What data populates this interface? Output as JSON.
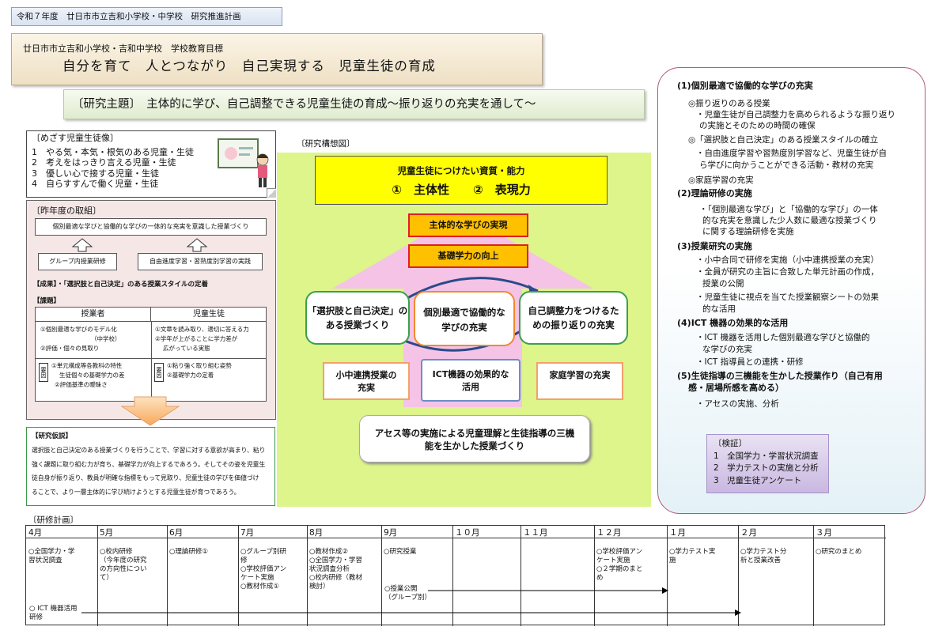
{
  "header": {
    "title": "令和７年度　廿日市市立吉和小学校・中学校　研究推進計画"
  },
  "goal": {
    "line1": "廿日市市立吉和小学校・吉和中学校　学校教育目標",
    "line2": "自分を育て　人とつながり　自己実現する　児童生徒の育成"
  },
  "theme": {
    "text": "〔研究主題〕　主体的に学び、自己調整できる児童生徒の育成～振り返りの充実を通して～"
  },
  "mezasu": {
    "title": "〔めざす児童生徒像〕",
    "items": [
      "1　やる気・本気・根気のある児童・生徒",
      "2　考えをはっきり言える児童・生徒",
      "3　優しい心で接する児童・生徒",
      "4　自らすすんで働く児童・生徒"
    ]
  },
  "sakunen": {
    "title": "〔昨年度の取組〕",
    "top": "個別最適な学びと協働的な学びの一体的な充実を意識した授業づくり",
    "left": "グループ内授業研修",
    "right": "自由進度学習・習熟度別学習の実践",
    "seika": "【成果】・「選択肢と自己決定」のある授業スタイルの定着",
    "kadai_title": "【課題】",
    "col1_head": "授業者",
    "col2_head": "児童生徒",
    "col1_a": "①個別最適な学びのモデル化",
    "col1_b": "（中学校）",
    "col1_c": "②評価・個々の見取り",
    "col2_a": "①文章を読み取り、適切に答える力",
    "col2_b": "②学年が上がることに学力差が",
    "col2_c": "広がっている実態",
    "youin": "要因",
    "y1a": "①単元構成等各教科の特性",
    "y1b": "生徒個々の基礎学力の差",
    "y1c": "②評価基準の曖昧さ",
    "y2a": "①粘り強く取り組む姿勢",
    "y2b": "②基礎学力の定着"
  },
  "kasetsu": {
    "title": "【研究仮説】",
    "lines": [
      "選択肢と自己決定のある授業づくりを行うことで、学習に対する意欲が高まり、粘り",
      "強く課題に取り組む力が育ち、基礎学力が向上するであろう。そしてその姿を児童生",
      "徒自身が振り返り、教員が明確な指標をもって見取り、児童生徒の学びを価値づけ",
      "ることで、より一層主体的に学び続けようとする児童生徒が育つであろう。"
    ]
  },
  "kousou": {
    "label": "〔研究構想図〕",
    "top_title": "児童生徒につけたい資質・能力",
    "top_items": "①　主体性　　②　表現力",
    "jitsugen": "主体的な学びの実現",
    "kiso": "基礎学力の向上",
    "left": "「選択肢と自己決定」のある授業づくり",
    "center": "個別最適で協働的な学びの充実",
    "right": "自己調整力をつけるための振り返りの充実",
    "b1": "小中連携授業の充実",
    "b2": "ICT機器の効果的な活用",
    "b3": "家庭学習の充実",
    "bottom": "アセス等の実施による児童理解と生徒指導の三機能を生かした授業づくり"
  },
  "right": {
    "lines": [
      {
        "t": "(1)個別最適で協働的な学びの充実",
        "h": true
      },
      {
        "t": "◎振り返りのある授業",
        "h": false
      },
      {
        "t": "・児童生徒が自己調整力を高められるような振り返り",
        "h": false
      },
      {
        "t": "の実施とそのための時間の確保",
        "h": false
      },
      {
        "t": "◎「選択肢と自己決定」のある授業スタイルの確立",
        "h": false
      },
      {
        "t": "・自由進度学習や習熟度別学習など、児童生徒が自",
        "h": false
      },
      {
        "t": "ら学びに向かうことができる活動・教材の充実",
        "h": false
      },
      {
        "t": "◎家庭学習の充実",
        "h": false
      },
      {
        "t": "(2)理論研修の実施",
        "h": true
      },
      {
        "t": "・「個別最適な学び」と「協働的な学び」の一体",
        "h": false
      },
      {
        "t": "的な充実を意識した少人数に最適な授業づくり",
        "h": false
      },
      {
        "t": "に関する理論研修を実施",
        "h": false
      },
      {
        "t": "(3)授業研究の実施",
        "h": true
      },
      {
        "t": "・小中合同で研修を実施（小中連携授業の充実）",
        "h": false
      },
      {
        "t": "・全員が研究の主旨に合致した単元計画の作成，",
        "h": false
      },
      {
        "t": "授業の公開",
        "h": false
      },
      {
        "t": "・児童生徒に視点を当てた授業観察シートの効果",
        "h": false
      },
      {
        "t": "的な活用",
        "h": false
      },
      {
        "t": "(4)ICT 機器の効果的な活用",
        "h": true
      },
      {
        "t": "・ICT 機器を活用した個別最適な学びと協働的",
        "h": false
      },
      {
        "t": "な学びの充実",
        "h": false
      },
      {
        "t": "・ICT 指導員との連携・研修",
        "h": false
      },
      {
        "t": "(5)生徒指導の三機能を生かした授業作り（自己有用",
        "h": true
      },
      {
        "t": "感・居場所感を高める）",
        "h": true
      },
      {
        "t": "・アセスの実施、分析",
        "h": false
      }
    ]
  },
  "kensho": {
    "title": "〔検証〕",
    "items": [
      "1　全国学力・学習状況調査",
      "2　学力テストの実施と分析",
      "3　児童生徒アンケート"
    ]
  },
  "plan": {
    "label": "〔研修計画〕",
    "months": [
      "4月",
      "5月",
      "6月",
      "7月",
      "8月",
      "9月",
      "１０月",
      "１１月",
      "１２月",
      "１月",
      "２月",
      "３月"
    ],
    "cells": [
      "○全国学力・学\n習状況調査",
      "○校内研修\n（今年度の研究\nの方向性につい\nて）",
      "○理論研修①",
      "○グループ別研\n修\n○学校評価アン\nケート実施\n○教材作成①",
      "○教材作成②\n○全国学力・学習\n状況調査分析\n○校内研修（教材\n検討）",
      "○研究授業",
      "",
      "",
      "○学校評価アン\nケート実施\n○２学期のまと\nめ",
      "○学力テスト実\n施",
      "○学力テスト分\n析と授業改善",
      "○研究のまとめ"
    ],
    "ict": "○ ICT 機器活用\n研修",
    "kokai": "○授業公開\n（グループ別）"
  }
}
